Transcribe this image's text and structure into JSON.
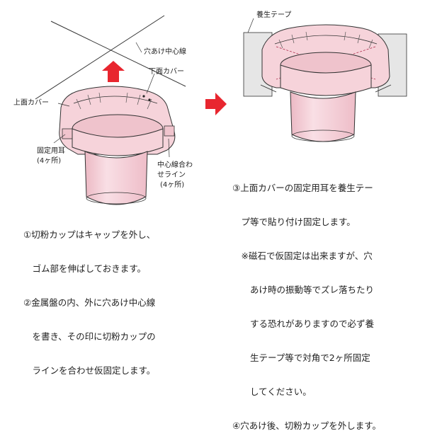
{
  "labels": {
    "hole_center_line": "穴あけ中心線",
    "lower_cover": "下面カバー",
    "upper_cover": "上面カバー",
    "fixing_ear_1": "固定用耳",
    "fixing_ear_2": "(4ヶ所)",
    "align_line_1": "中心線合わ",
    "align_line_2": "せライン",
    "align_line_3": "(4ヶ所)",
    "curing_tape": "養生テープ"
  },
  "instructions_left": [
    "①切粉カップはキャップを外し、",
    "　ゴム部を伸ばしておきます。",
    "②金属盤の内、外に穴あけ中心線",
    "　を書き、その印に切粉カップの",
    "　ラインを合わせ仮固定します。"
  ],
  "instructions_right": [
    "③上面カバーの固定用耳を養生テー",
    "　プ等で貼り付け固定します。",
    "　※磁石で仮固定は出来ますが、穴",
    "　　あけ時の振動等でズレ落ちたり",
    "　　する恐れがありますので必ず養",
    "　　生テープ等で対角で2ヶ所固定",
    "　　してください。",
    "④穴あけ後、切粉カップを外します。"
  ],
  "colors": {
    "body_pink": "#f6d3da",
    "body_shadow": "#e9b3bf",
    "accent_red": "#e8262f",
    "tape_gray": "#e6e6e6",
    "outline": "#333333"
  }
}
